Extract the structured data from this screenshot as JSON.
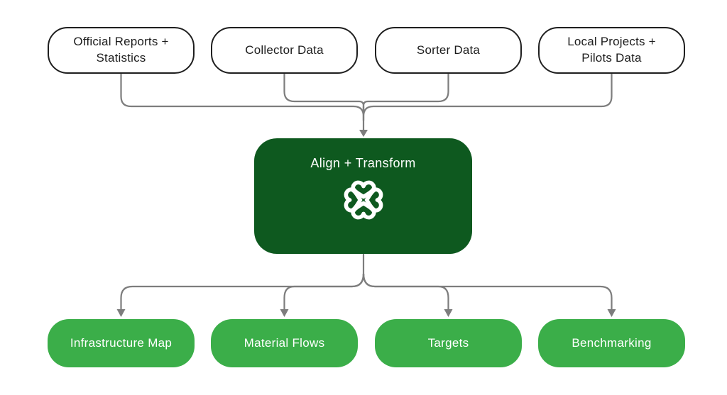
{
  "diagram": {
    "colors": {
      "dark-green": "#0e591f",
      "light-green": "#3bae49",
      "connector-gray": "#7d7d7d",
      "node-border": "#1f1f1f",
      "node-text": "#1d1d1d",
      "background": "#ffffff"
    },
    "sources": [
      {
        "label": "Official Reports + Statistics"
      },
      {
        "label": "Collector Data"
      },
      {
        "label": "Sorter Data"
      },
      {
        "label": "Local Projects + Pilots Data"
      }
    ],
    "process": {
      "label": "Align + Transform",
      "icon": "clover-icon"
    },
    "outputs": [
      {
        "label": "Infrastructure Map"
      },
      {
        "label": "Material Flows"
      },
      {
        "label": "Targets"
      },
      {
        "label": "Benchmarking"
      }
    ]
  }
}
